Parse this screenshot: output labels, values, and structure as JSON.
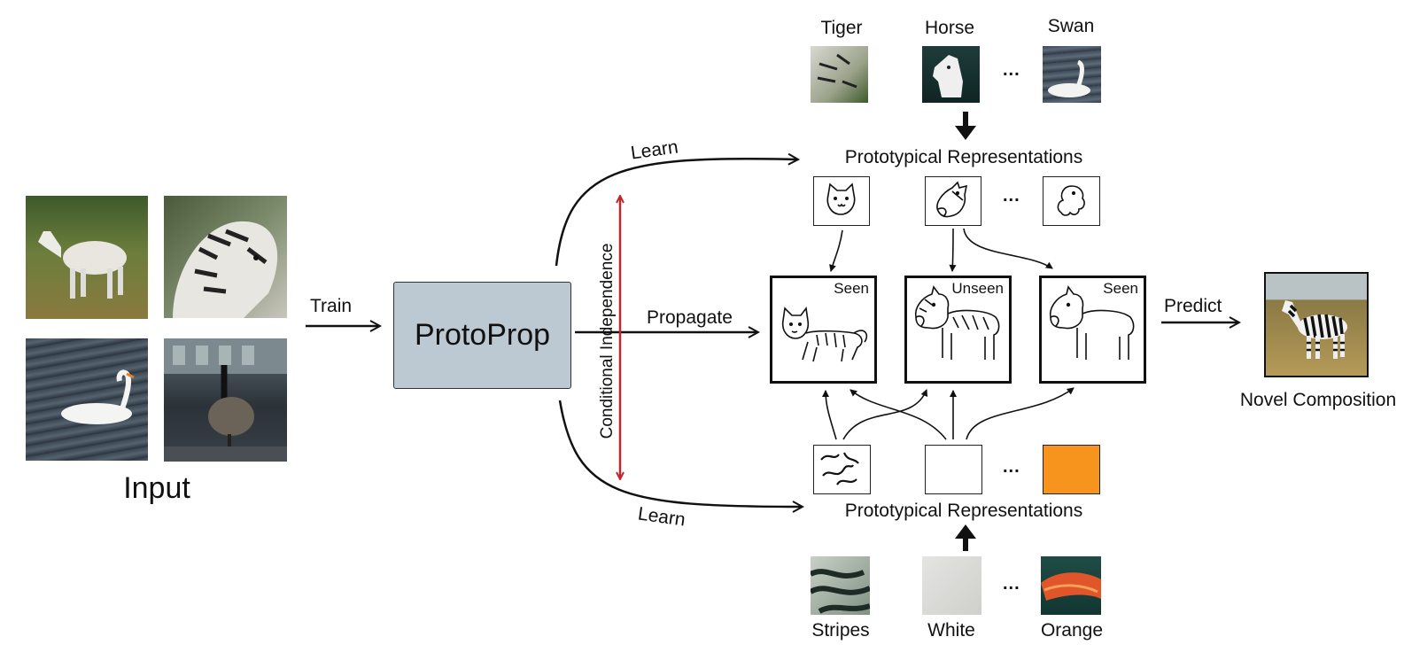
{
  "input": {
    "label": "Input",
    "images": [
      {
        "name": "horse-photo",
        "desc": "horse"
      },
      {
        "name": "tiger-photo",
        "desc": "tiger"
      },
      {
        "name": "swan-photo",
        "desc": "swan"
      },
      {
        "name": "goose-photo",
        "desc": "goose"
      }
    ]
  },
  "train_label": "Train",
  "model_label": "ProtoProp",
  "propagate_label": "Propagate",
  "learn_top_label": "Learn",
  "learn_bottom_label": "Learn",
  "cond_indep_label": "Conditional Independence",
  "objects": {
    "labels": [
      "Tiger",
      "Horse",
      "Swan"
    ],
    "ellipsis": "...",
    "proto_label": "Prototypical Representations",
    "proto_ellipsis": "..."
  },
  "attributes": {
    "labels": [
      "Stripes",
      "White",
      "Orange"
    ],
    "ellipsis": "...",
    "proto_label": "Prototypical Representations",
    "proto_ellipsis": "...",
    "orange_color": "#F7941D"
  },
  "compositions": [
    {
      "tag": "Seen"
    },
    {
      "tag": "Unseen"
    },
    {
      "tag": "Seen"
    }
  ],
  "predict_label": "Predict",
  "output_label": "Novel Composition",
  "colors": {
    "model_fill": "#BCC9D3",
    "cond_arrow": "#C1272D"
  }
}
